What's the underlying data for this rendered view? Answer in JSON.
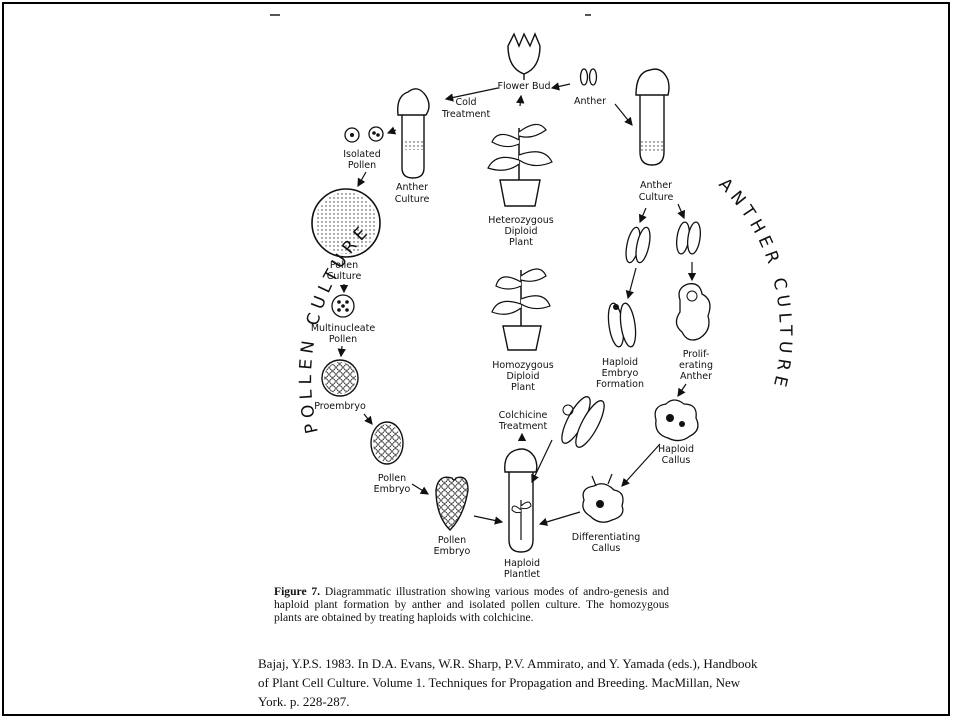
{
  "labels": {
    "flower_bud": "Flower Bud",
    "cold_treatment_1": "Cold",
    "cold_treatment_2": "Treatment",
    "anther": "Anther",
    "isolated_pollen_1": "Isolated",
    "isolated_pollen_2": "Pollen",
    "anther_culture_left_1": "Anther",
    "anther_culture_left_2": "Culture",
    "anther_culture_right_1": "Anther",
    "anther_culture_right_2": "Culture",
    "heterozygous_1": "Heterozygous",
    "heterozygous_2": "Diploid",
    "heterozygous_3": "Plant",
    "pollen_culture_1": "Pollen",
    "pollen_culture_2": "Culture",
    "multinucleate_1": "Multinucleate",
    "multinucleate_2": "Pollen",
    "proembryo": "Proembryo",
    "pollen_embryo_left_1": "Pollen",
    "pollen_embryo_left_2": "Embryo",
    "pollen_embryo_center_1": "Pollen",
    "pollen_embryo_center_2": "Embryo",
    "homozygous_1": "Homozygous",
    "homozygous_2": "Diploid",
    "homozygous_3": "Plant",
    "colchicine_1": "Colchicine",
    "colchicine_2": "Treatment",
    "haploid_embryo_1": "Haploid",
    "haploid_embryo_2": "Embryo",
    "haploid_embryo_3": "Formation",
    "proliferating_1": "Prolif-",
    "proliferating_2": "erating",
    "proliferating_3": "Anther",
    "haploid_callus_1": "Haploid",
    "haploid_callus_2": "Callus",
    "differentiating_1": "Differentiating",
    "differentiating_2": "Callus",
    "haploid_plantlet_1": "Haploid",
    "haploid_plantlet_2": "Plantlet",
    "pollen_culture_arc": "POLLEN CULTURE",
    "anther_culture_arc": "ANTHER CULTURE"
  },
  "caption": {
    "lead": "Figure 7.",
    "text": "Diagrammatic illustration showing various modes of andro-genesis and haploid plant formation by anther and isolated pollen culture. The homozygous plants are obtained by treating haploids with colchicine."
  },
  "citation": "Bajaj, Y.P.S. 1983. In D.A. Evans, W.R. Sharp, P.V. Ammirato, and Y. Yamada (eds.), Handbook of Plant Cell Culture. Volume 1. Techniques for Propagation and Breeding. MacMillan, New York. p. 228-287.",
  "colors": {
    "ink": "#111111",
    "paper": "#ffffff"
  }
}
